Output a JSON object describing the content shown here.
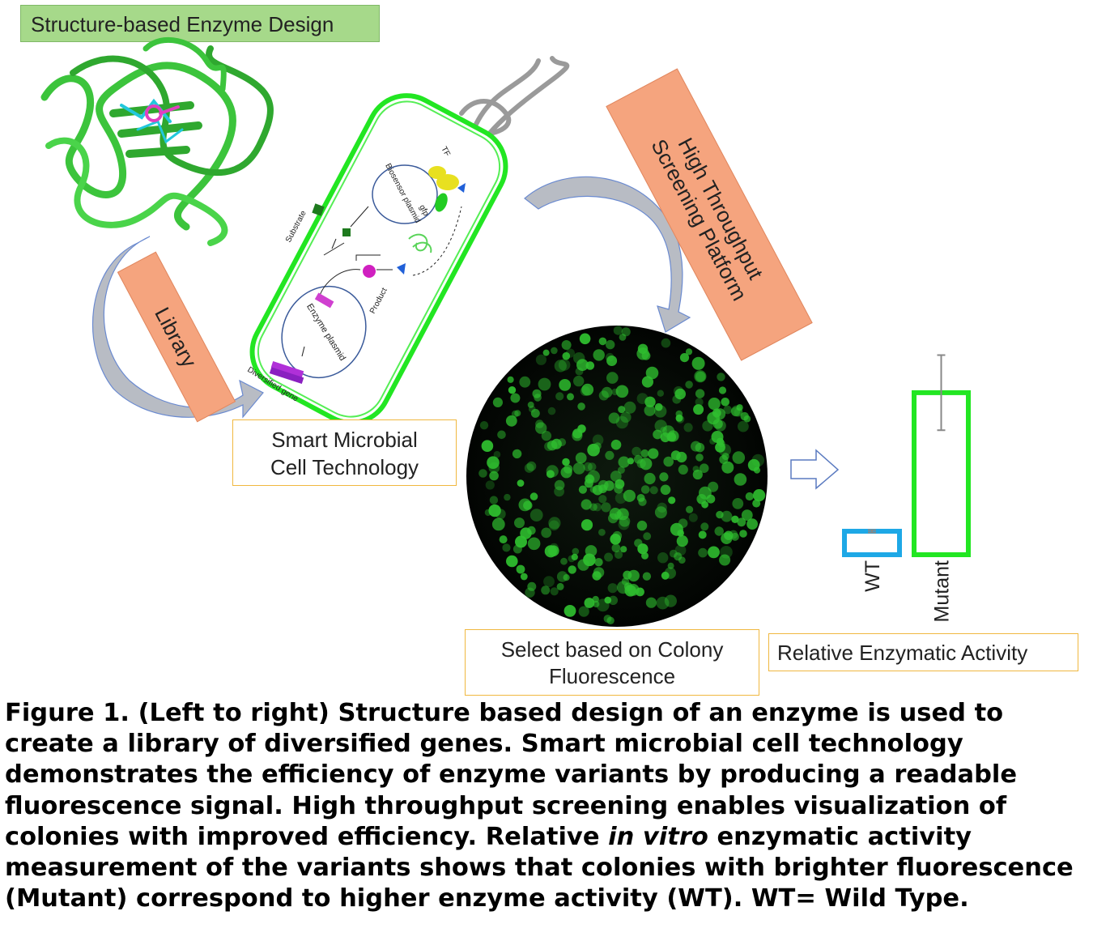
{
  "labels": {
    "structure_design": "Structure-based Enzyme Design",
    "library": "Library",
    "high_throughput_line1": "High Throughput",
    "high_throughput_line2": "Screening Platform",
    "smart_cell_line1": "Smart Microbial",
    "smart_cell_line2": "Cell Technology",
    "select_line1": "Select based on  Colony",
    "select_line2": "Fluorescence",
    "relative_activity": "Relative Enzymatic Activity"
  },
  "cell_labels": {
    "substrate": "Substrate",
    "product": "Product",
    "enzyme_plasmid": "Enzyme plasmid",
    "biosensor_plasmid": "Biosensor plasmid",
    "gfp": "gfp",
    "tf": "TF",
    "diversified_gene": "Diversified gene"
  },
  "chart_data": {
    "type": "bar",
    "categories": [
      "WT",
      "Mutant"
    ],
    "values": [
      1.0,
      6.9
    ],
    "error": [
      0.05,
      1.6
    ],
    "series_colors": [
      "#1ea8e6",
      "#22e622"
    ],
    "title": "Relative Enzymatic Activity",
    "ylim": [
      0,
      10
    ]
  },
  "caption": {
    "part1": "Figure 1. (Left to right) Structure based design of an enzyme is used to create a library of diversified genes. Smart microbial cell technology demonstrates the efficiency of enzyme variants by producing a readable fluorescence signal. High throughput screening enables visualization of colonies with improved efficiency. Relative ",
    "italic": "in vitro",
    "part2": " enzymatic activity measurement of the variants shows that colonies with brighter fluorescence (Mutant) correspond to higher enzyme activity (WT).  WT= Wild Type."
  },
  "colors": {
    "cell_border": "#22e622",
    "protein": "#3cc43c",
    "colony_bg": "#050805",
    "colony": "#2fbf2f",
    "label_green": "#a6d98a",
    "label_orange": "#f5a47e",
    "box_border": "#f0b840",
    "arrow_fill": "#b8bcc4"
  }
}
